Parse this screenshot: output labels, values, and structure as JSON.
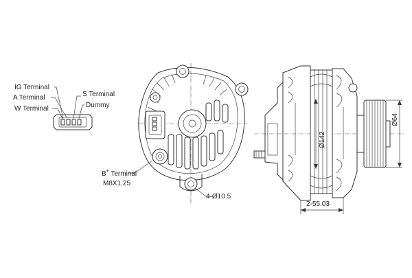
{
  "labels": {
    "ig_terminal": "IG Terminal",
    "a_terminal": "A Terminal",
    "w_terminal": "W Terminal",
    "s_terminal": "S Terminal",
    "dummy": "Dummy",
    "b_terminal_main": "B",
    "b_terminal_sup": "+",
    "b_terminal_rest": " Terminal",
    "b_thread": "M8X1.25"
  },
  "dimensions": {
    "holes": "4-Ø10.5",
    "diameter_142": "Ø142",
    "diameter_64": "Ø64",
    "length": "2-55.03"
  }
}
